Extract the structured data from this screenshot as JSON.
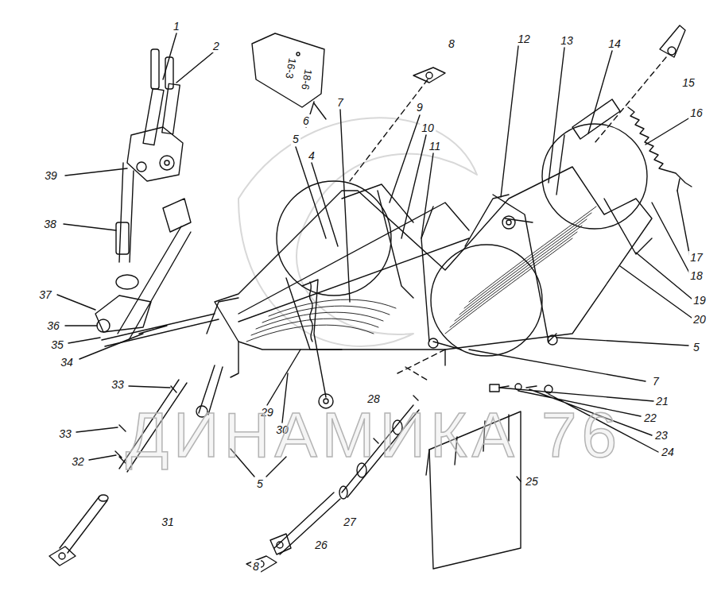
{
  "diagram": {
    "labels": [
      "1",
      "12",
      "13",
      "14",
      "8",
      "2",
      "16-3",
      "18-6",
      "15",
      "7",
      "9",
      "16",
      "6",
      "10",
      "5",
      "11",
      "4",
      "39",
      "38",
      "17",
      "18",
      "37",
      "19",
      "20",
      "36",
      "35",
      "5",
      "34",
      "7",
      "33",
      "28",
      "21",
      "29",
      "22",
      "30",
      "33",
      "ДИНАМИКА 76",
      "23",
      "24",
      "32",
      "25",
      "5",
      "31",
      "27",
      "26",
      "8"
    ]
  }
}
